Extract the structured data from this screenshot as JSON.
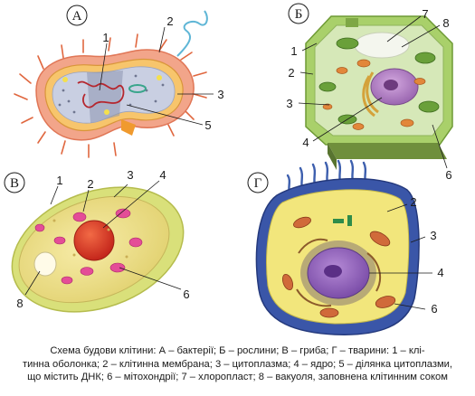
{
  "panels": {
    "a": {
      "letter": "А",
      "labels": [
        "1",
        "2",
        "3",
        "5"
      ]
    },
    "b": {
      "letter": "Б",
      "labels": [
        "7",
        "8",
        "1",
        "2",
        "3",
        "4",
        "6"
      ]
    },
    "v": {
      "letter": "В",
      "labels": [
        "1",
        "2",
        "3",
        "4",
        "8",
        "6"
      ]
    },
    "g": {
      "letter": "Г",
      "labels": [
        "2",
        "3",
        "4",
        "6"
      ]
    }
  },
  "caption": {
    "line1": "Схема будови клітини: А – бактерії; Б – рослини; В – гриба; Г – тварини: 1 – клі-",
    "line2": "тинна оболонка; 2 – клітинна мембрана; 3 – цитоплазма; 4 – ядро; 5 – ділянка цитоплазми,",
    "line3": "що містить ДНК; 6 – мітохондрії; 7 – хлоропласт; 8 – вакуоля, заповнена клітинним соком"
  }
}
